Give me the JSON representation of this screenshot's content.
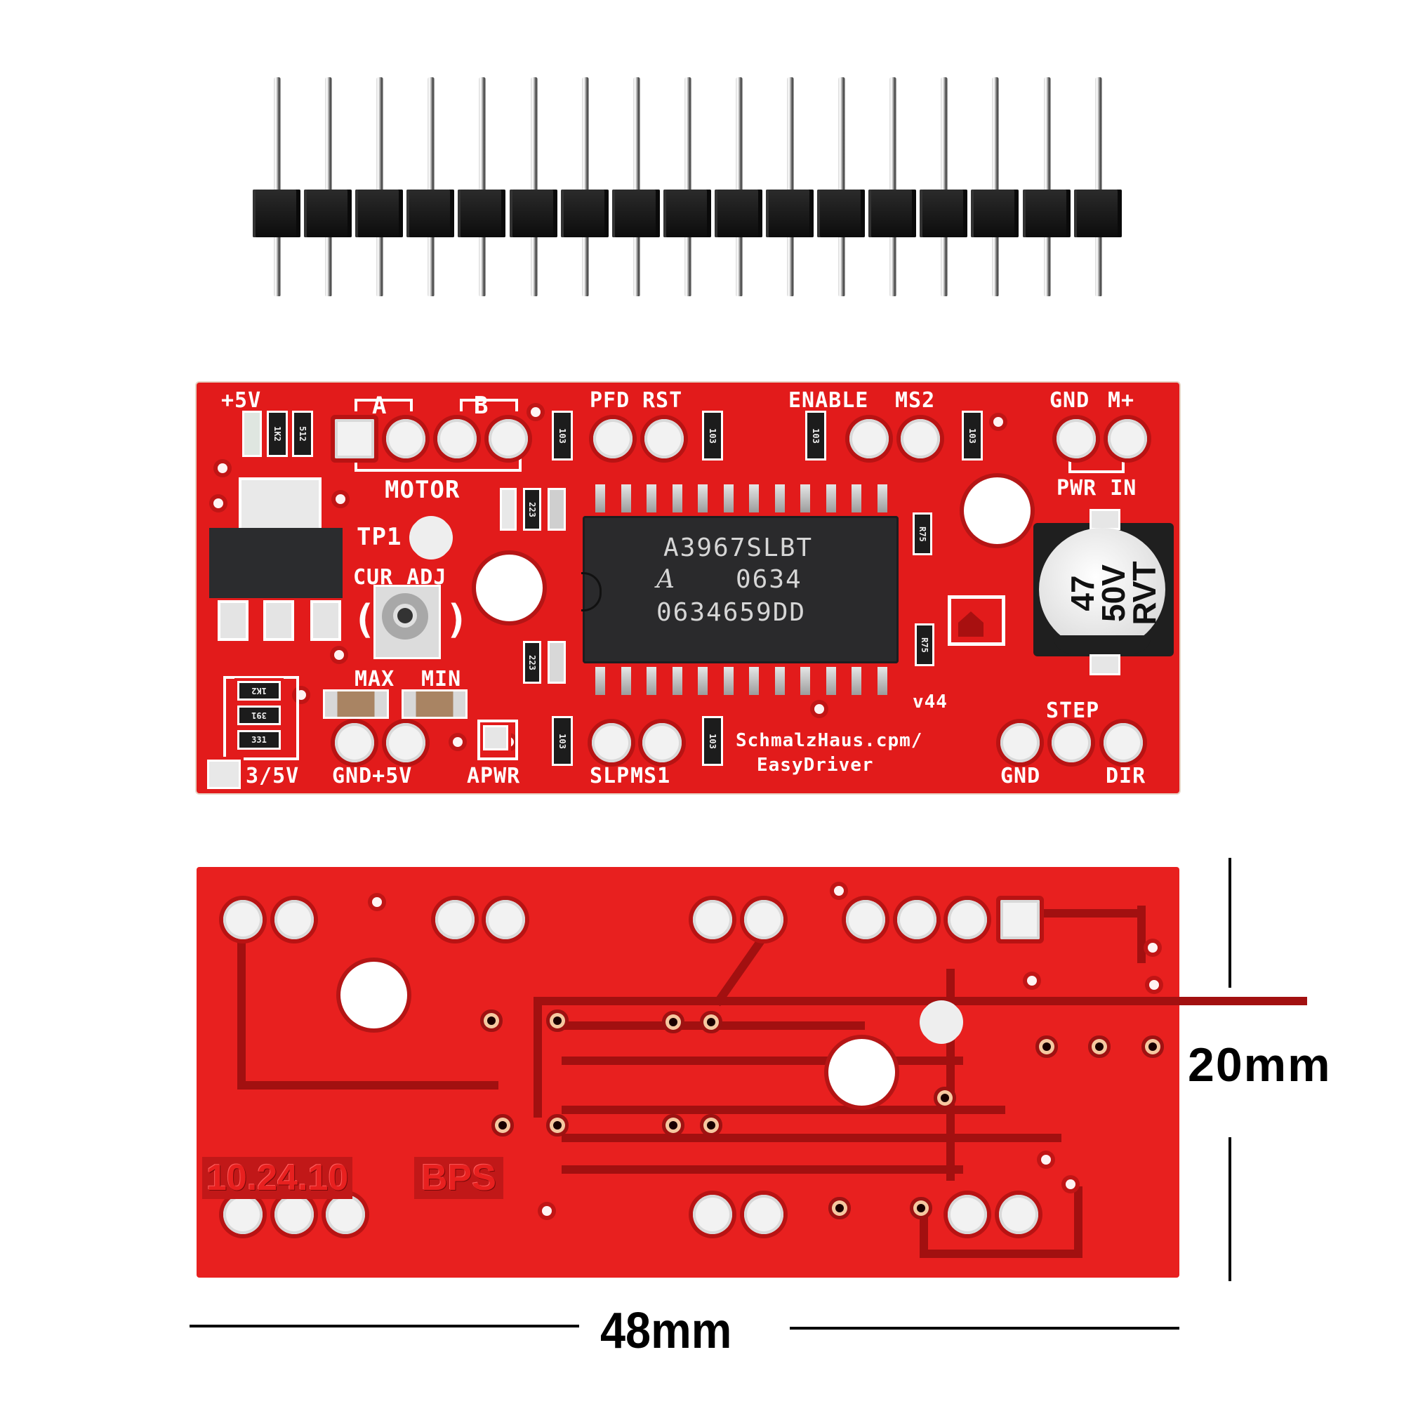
{
  "pin_header": {
    "pin_count": 17,
    "body_color": "#1a1a1a",
    "pin_color": "#c8c8c8"
  },
  "top_board": {
    "color": "#e21b1b",
    "silkscreen": {
      "plus5v_led": "+5V",
      "motor_a": "A",
      "motor_b": "B",
      "motor": "MOTOR",
      "pfd": "PFD",
      "rst": "RST",
      "enable": "ENABLE",
      "ms2": "MS2",
      "gnd_top": "GND",
      "m_plus": "M+",
      "pwr_in": "PWR IN",
      "tp1": "TP1",
      "cur_adj": "CUR ADJ",
      "max": "MAX",
      "min": "MIN",
      "v35": "3/5V",
      "gnd_5v": "GND+5V",
      "apwr": "APWR",
      "slp": "SLP",
      "ms1": "MS1",
      "url_line1": "SchmalzHaus.cpm/",
      "url_line2": "EasyDriver",
      "version": "v44",
      "step": "STEP",
      "gnd_bottom": "GND",
      "dir": "DIR"
    },
    "chip": {
      "line1": "A3967SLBT",
      "logo": "𝒜",
      "line2": "0634",
      "line3": "0634659DD"
    },
    "capacitor": {
      "line1": "47",
      "line2": "50V",
      "line3": "RVT"
    },
    "resistor_codes": {
      "r_led_1": "1K2",
      "r_led_2": "512",
      "r_pfd": "103",
      "r_rst": "103",
      "r_enable": "103",
      "r_ms2": "103",
      "r_sense_1": "R75",
      "r_sense_2": "R75",
      "r_rc_1": "223",
      "r_rc_2": "223",
      "r_slp": "103",
      "r_ms1": "103",
      "r_div_1": "1K2",
      "r_div_2": "391",
      "r_div_3": "331"
    },
    "house_logo_icon": "house-icon"
  },
  "bottom_board": {
    "color": "#e8201f",
    "date_code": "10.24.10",
    "initials": "BPS"
  },
  "dimensions": {
    "height_label": "20mm",
    "width_label": "48mm"
  }
}
